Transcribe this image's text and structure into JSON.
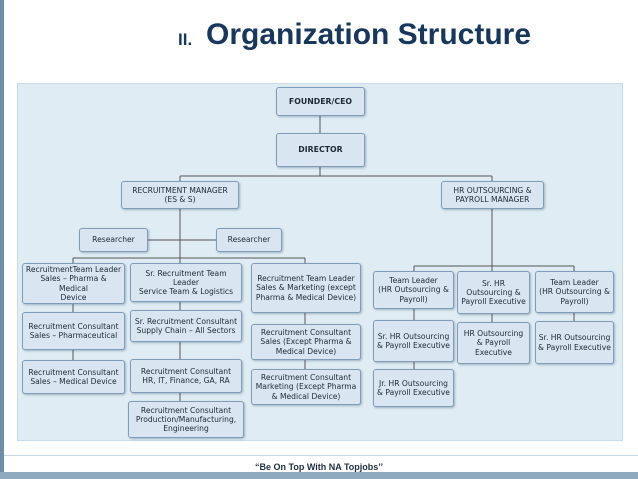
{
  "slide": {
    "number": "II.",
    "title": "Organization Structure",
    "footer": "“Be On Top With NA Topjobs’’"
  },
  "org_chart": {
    "founder": "FOUNDER/CEO",
    "director": "DIRECTOR",
    "recruitment_manager": "RECRUITMENT MANAGER\n(ES & S)",
    "hr_outsourcing_manager": "HR OUTSOURCING &\nPAYROLL MANAGER",
    "researcher_1": "Researcher",
    "researcher_2": "Researcher",
    "col1": [
      "RecruitmentTeam Leader\nSales – Pharma & Medical\nDevice",
      "Recruitment Consultant\nSales – Pharmaceutical",
      "Recruitment Consultant\nSales – Medical Device"
    ],
    "col2": [
      "Sr. Recruitment Team\nLeader\nService Team & Logistics",
      "Sr. Recruitment Consultant\nSupply Chain – All Sectors",
      "Recruitment Consultant\nHR, IT, Finance, GA, RA",
      "Recruitment Consultant\nProduction/Manufacturing,\nEngineering"
    ],
    "col3": [
      "Recruitment Team Leader\nSales & Marketing (except\nPharma & Medical Device)",
      "Recruitment Consultant\nSales (Except Pharma &\nMedical Device)",
      "Recruitment Consultant\nMarketing (Except Pharma\n& Medical Device)"
    ],
    "col4": [
      "Team Leader\n(HR Outsourcing &\nPayroll)",
      "Sr. HR Outsourcing\n& Payroll Executive",
      "Jr. HR Outsourcing\n& Payroll Executive"
    ],
    "col5": [
      "Sr. HR\nOutsourcing &\nPayroll Executive",
      "HR Outsourcing\n& Payroll\nExecutive"
    ],
    "col6": [
      "Team Leader\n(HR Outsourcing &\nPayroll)",
      "Sr. HR Outsourcing\n& Payroll Executive"
    ]
  },
  "colors": {
    "title": "#17375e",
    "panel": "#dfecf3",
    "box_fill": "#d9e6f1",
    "box_border": "#7f9db9",
    "connector": "#555555"
  }
}
